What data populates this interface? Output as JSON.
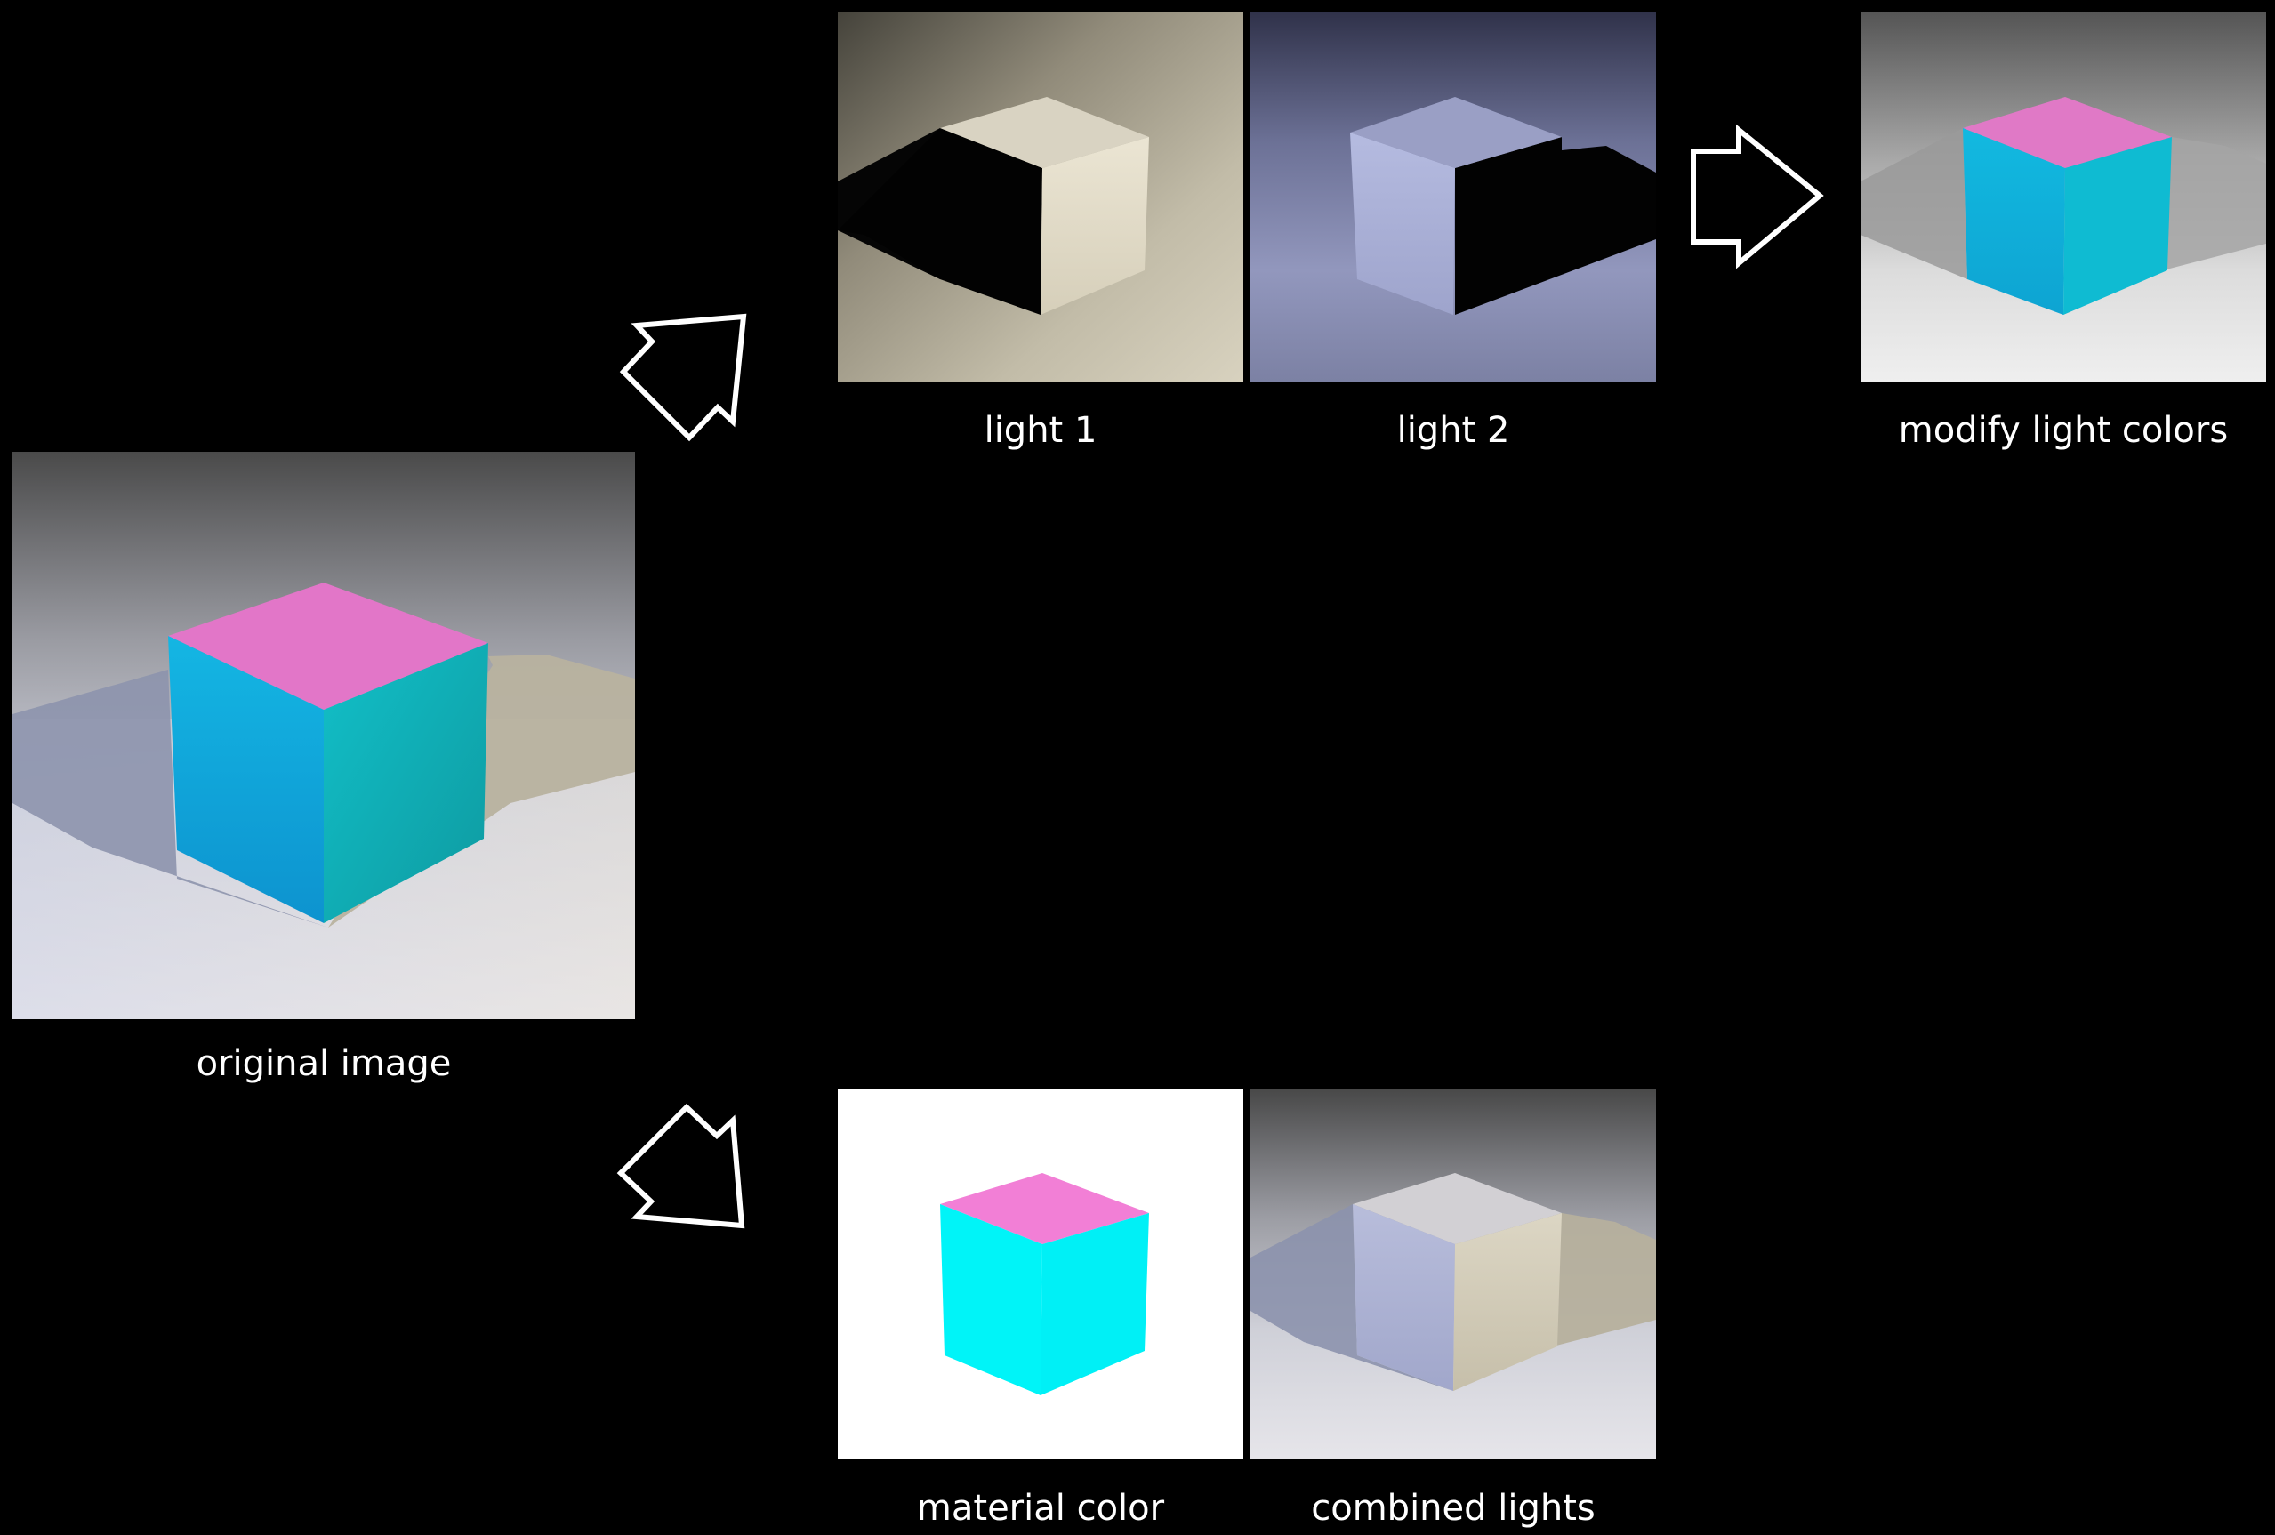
{
  "panels": {
    "original": {
      "caption": "original image"
    },
    "light1": {
      "caption": "light 1"
    },
    "light2": {
      "caption": "light 2"
    },
    "modified": {
      "caption": "modify light colors"
    },
    "material": {
      "caption": "material color"
    },
    "combined": {
      "caption": "combined lights"
    }
  },
  "colors": {
    "background": "#000000",
    "caption_text": "#ffffff",
    "arrow_outline": "#ffffff",
    "cube_top": "#e276c8",
    "cube_left": "#11a9da",
    "cube_right": "#14b4b8",
    "material_top": "#f27fd6",
    "material_sides": "#00f4f8",
    "light1_tint": "#e0d8c2",
    "light2_tint": "#aab0d6"
  }
}
